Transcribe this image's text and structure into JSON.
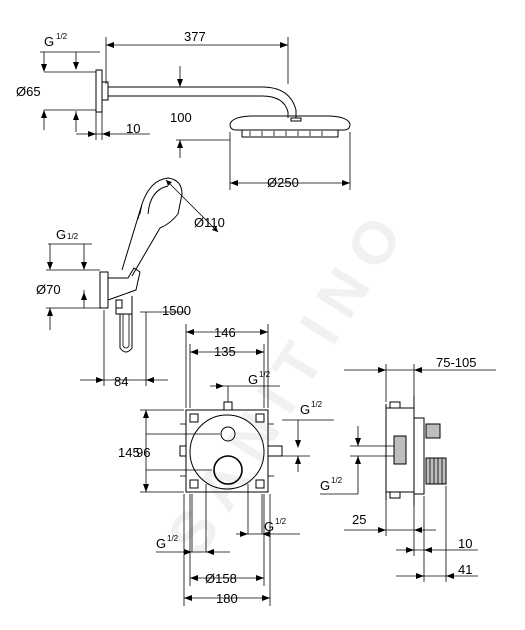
{
  "watermark": "SANITINO",
  "labels": {
    "thread_half_a": "G",
    "thread_half_b": "G",
    "thread_half_c": "G",
    "thread_half_d": "G",
    "thread_half_e": "G",
    "thread_half_f": "G",
    "thread_half_g": "G",
    "thread_fraction": "1/2",
    "arm_length": "377",
    "flange_dia": "Ø65",
    "arm_drop": "100",
    "wall_offset": "10",
    "head_dia": "Ø250",
    "hand_dia": "Ø110",
    "outlet_dia": "Ø70",
    "hose_length": "1500",
    "outlet_projection": "84",
    "box_width": "146",
    "box_inner_width": "135",
    "box_height": "145",
    "box_inner_height": "96",
    "rosette_dia": "Ø158",
    "plate_width": "180",
    "install_depth": "75-105",
    "plate_offset": "25",
    "plate_thickness": "10",
    "knob_projection": "41"
  }
}
